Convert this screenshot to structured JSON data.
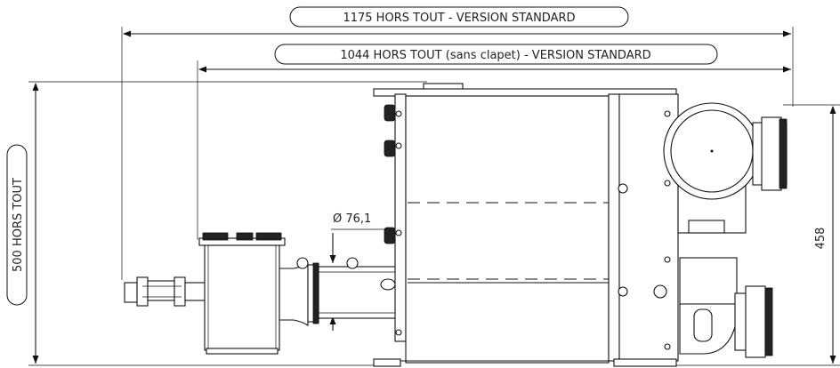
{
  "dimensions": {
    "overall_length_label": "1175 HORS TOUT - VERSION STANDARD",
    "length_without_valve_label": "1044 HORS TOUT (sans clapet) - VERSION STANDARD",
    "overall_height_label": "500 HORS TOUT",
    "unit_height_label": "458",
    "pipe_diameter_label": "Ø 76,1"
  }
}
